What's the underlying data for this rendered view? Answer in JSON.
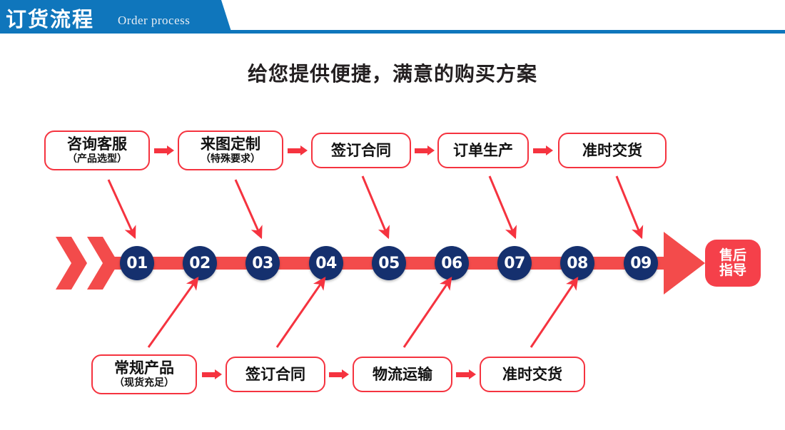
{
  "header": {
    "title_cn": "订货流程",
    "title_en": "Order process",
    "accent_color": "#0f76bc"
  },
  "subtitle": "给您提供便捷，满意的购买方案",
  "colors": {
    "red": "#f5333f",
    "bar_red": "#f34b4b",
    "navy": "#15306e",
    "badge_red": "#f5404a",
    "text": "#231f20"
  },
  "top_boxes": [
    {
      "line1": "咨询客服",
      "line2": "（产品选型）"
    },
    {
      "line1": "来图定制",
      "line2": "（特殊要求）"
    },
    {
      "line1": "签订合同",
      "line2": ""
    },
    {
      "line1": "订单生产",
      "line2": ""
    },
    {
      "line1": "准时交货",
      "line2": ""
    }
  ],
  "bottom_boxes": [
    {
      "line1": "常规产品",
      "line2": "（现货充足）"
    },
    {
      "line1": "签订合同",
      "line2": ""
    },
    {
      "line1": "物流运输",
      "line2": ""
    },
    {
      "line1": "准时交货",
      "line2": ""
    }
  ],
  "timeline": {
    "steps": [
      "01",
      "02",
      "03",
      "04",
      "05",
      "06",
      "07",
      "08",
      "09"
    ]
  },
  "badge": {
    "line1": "售后",
    "line2": "指导"
  }
}
